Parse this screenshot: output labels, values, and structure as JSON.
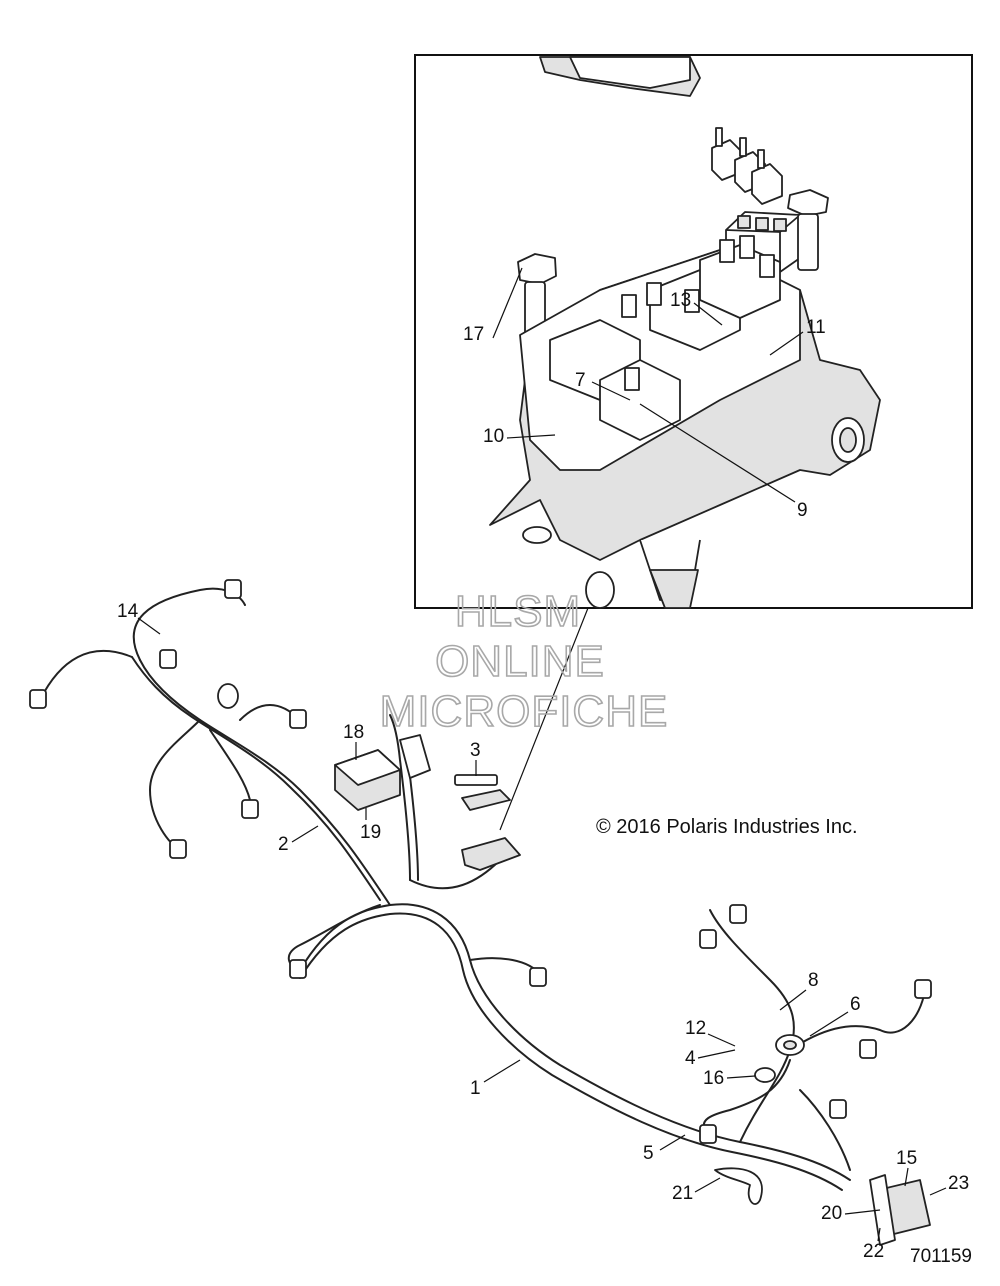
{
  "watermark": {
    "line1": "HLSM",
    "line2": "ONLINE",
    "line3": "MICROFICHE"
  },
  "copyright": "© 2016 Polaris Industries Inc.",
  "figure_number": "701159",
  "callouts": {
    "c1": "1",
    "c2": "2",
    "c3": "3",
    "c4": "4",
    "c5": "5",
    "c6": "6",
    "c7": "7",
    "c8": "8",
    "c9": "9",
    "c10": "10",
    "c11": "11",
    "c12": "12",
    "c13": "13",
    "c14": "14",
    "c15": "15",
    "c16": "16",
    "c17": "17",
    "c18": "18",
    "c19": "19",
    "c20": "20",
    "c21": "21",
    "c22": "22",
    "c23": "23"
  }
}
